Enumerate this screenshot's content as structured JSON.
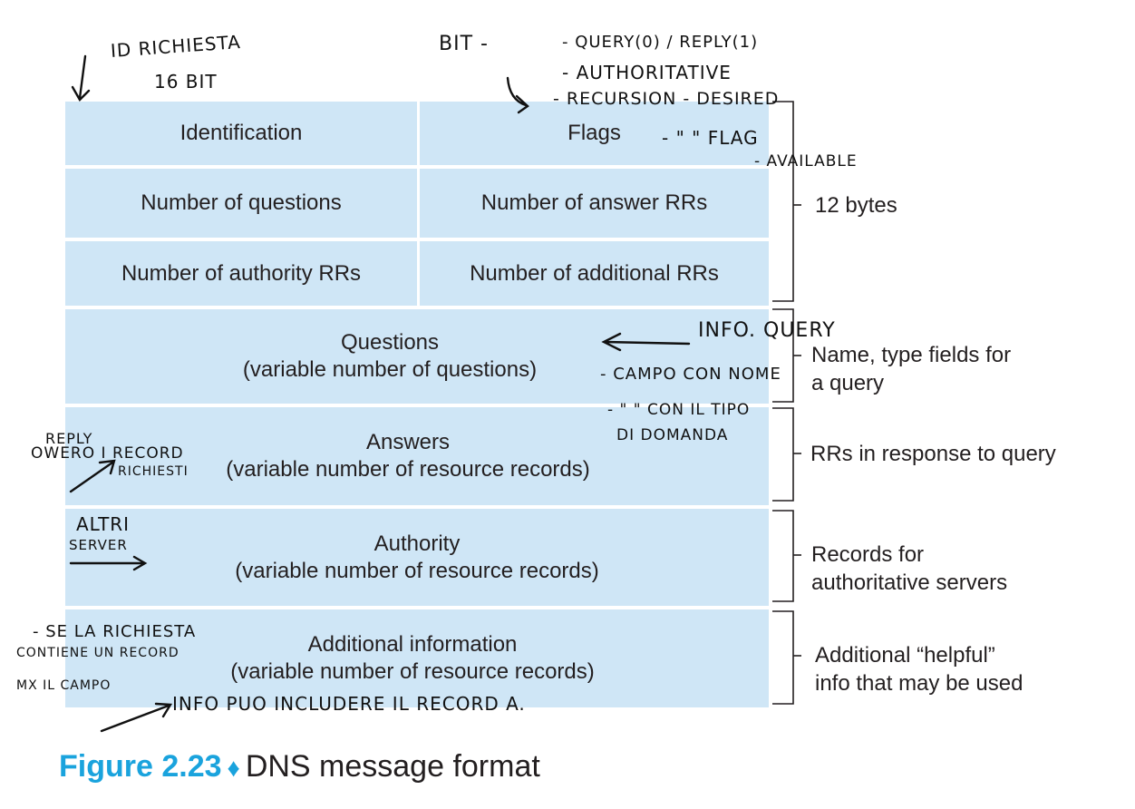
{
  "diagram": {
    "header": {
      "identification": "Identification",
      "flags": "Flags",
      "num_questions": "Number of questions",
      "num_answer_rrs": "Number of answer RRs",
      "num_authority_rrs": "Number of authority RRs",
      "num_additional_rrs": "Number of additional RRs"
    },
    "sections": [
      {
        "title": "Questions",
        "subtitle": "(variable number of questions)"
      },
      {
        "title": "Answers",
        "subtitle": "(variable number of resource records)"
      },
      {
        "title": "Authority",
        "subtitle": "(variable number of resource records)"
      },
      {
        "title": "Additional information",
        "subtitle": "(variable number of resource records)"
      }
    ],
    "side_labels": {
      "header": "12 bytes",
      "questions_1": "Name, type fields for",
      "questions_2": "a query",
      "answers": "RRs in response to query",
      "authority_1": "Records for",
      "authority_2": "authoritative servers",
      "additional_1": "Additional “helpful”",
      "additional_2": "info that may be used"
    }
  },
  "caption": {
    "figure": "Figure 2.23",
    "diamond": "♦",
    "text": "DNS message format"
  },
  "handwritten_notes": {
    "id_1": "ID RICHIESTA",
    "id_2": "16 BIT",
    "bit": "BIT -",
    "flag_1": "- QUERY(0) / REPLY(1)",
    "flag_2": "- AUTHORITATIVE",
    "flag_3": "- RECURSION - DESIRED",
    "flag_4": "- \" \" FLAG",
    "flag_5": "- AVAILABLE",
    "q_1": "INFO. QUERY",
    "q_2": "- CAMPO CON NOME",
    "q_3": "- \" \" CON IL TIPO",
    "q_4": "DI DOMANDA",
    "ans_1": "REPLY",
    "ans_2": "OWERO I RECORD",
    "ans_3": "RICHIESTI",
    "auth_1": "ALTRI",
    "auth_2": "SERVER",
    "add_1": "- SE LA RICHIESTA",
    "add_2": "CONTIENE UN RECORD",
    "add_3": "MX IL CAMPO",
    "add_4": "INFO PUO INCLUDERE IL RECORD A."
  }
}
